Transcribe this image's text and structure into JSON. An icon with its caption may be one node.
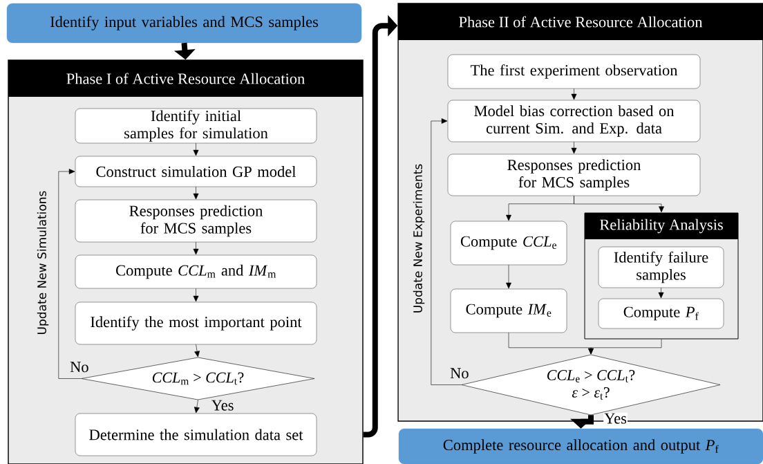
{
  "diagram": {
    "nodes": [
      {
        "text": [
          "Identify input variables and MCS samples"
        ]
      },
      {
        "text": [
          "Phase I of Active Resource Allocation"
        ]
      },
      {
        "text": [
          "Identify initial samples for simulation"
        ],
        "in": 1
      },
      {
        "text": [
          "Construct simulation GP model"
        ],
        "in": 1
      },
      {
        "text": [
          "Responses prediction for MCS samples"
        ],
        "in": 1
      },
      {
        "text": [
          "Compute *CCL*$_{m}$ and *IM*$_{m}$"
        ],
        "in": 1
      },
      {
        "text": [
          "Identify the most important point"
        ],
        "in": 1
      },
      {
        "text": [
          "*CCL*$_{m}$ > *CCL*$_{t}$?"
        ],
        "in": 1
      },
      {
        "text": [
          "Determine the simulation data set"
        ],
        "in": 1
      },
      {
        "text": [
          "Phase II of Active Resource Allocation"
        ]
      },
      {
        "text": [
          "The first experiment observation"
        ],
        "in": 9
      },
      {
        "text": [
          "Model bias correction based on current Sim. and Exp. data"
        ],
        "in": 9
      },
      {
        "text": [
          "Responses prediction for MCS samples"
        ],
        "in": 9
      },
      {
        "text": [
          "Compute *CCL*$_{e}$"
        ],
        "in": 9
      },
      {
        "text": [
          "Compute *IM*$_{e}$"
        ],
        "in": 9
      },
      {
        "text": [
          "Reliability Analysis"
        ],
        "in": 9
      },
      {
        "text": [
          "Identify failure samples"
        ],
        "in": 15
      },
      {
        "text": [
          "Compute *P*$_{f}$"
        ],
        "in": 15
      },
      {
        "text": [
          "*CCL*$_{e}$ > *CCL*$_{t}$?",
          "*ε* > *ε*$_{t}$?"
        ],
        "in": 9
      },
      {
        "text": [
          "Complete resource allocation and output *P*$_{f}$"
        ]
      }
    ],
    "edges": [
      {
        "from": 0,
        "to": 1,
        "arrow": "to",
        "style": "thick"
      },
      {
        "from": 2,
        "to": 3,
        "arrow": "to"
      },
      {
        "from": 3,
        "to": 4,
        "arrow": "to"
      },
      {
        "from": 4,
        "to": 5,
        "arrow": "to"
      },
      {
        "from": 5,
        "to": 6,
        "arrow": "to"
      },
      {
        "from": 6,
        "to": 7,
        "arrow": "to"
      },
      {
        "from": 7,
        "to": 8,
        "arrow": "to",
        "label": "Yes"
      },
      {
        "from": 7,
        "to": 3,
        "arrow": "to",
        "label": "No"
      },
      {
        "from": 1,
        "to": 9,
        "arrow": "to",
        "style": "thick"
      },
      {
        "from": 10,
        "to": 11,
        "arrow": "to"
      },
      {
        "from": 11,
        "to": 12,
        "arrow": "to"
      },
      {
        "from": 12,
        "to": 13,
        "arrow": "to"
      },
      {
        "from": 12,
        "to": 15,
        "arrow": "to"
      },
      {
        "from": 13,
        "to": 14,
        "arrow": "to"
      },
      {
        "from": 16,
        "to": 17,
        "arrow": "to"
      },
      {
        "from": 14,
        "to": 18,
        "arrow": "to"
      },
      {
        "from": 15,
        "to": 18,
        "arrow": "to"
      },
      {
        "from": 18,
        "to": 11,
        "arrow": "to",
        "label": "No"
      },
      {
        "from": 18,
        "to": 19,
        "arrow": "to",
        "style": "thick",
        "label": "Yes"
      }
    ],
    "labels": [
      "Update New Simulations",
      "Update New Experiments"
    ]
  }
}
